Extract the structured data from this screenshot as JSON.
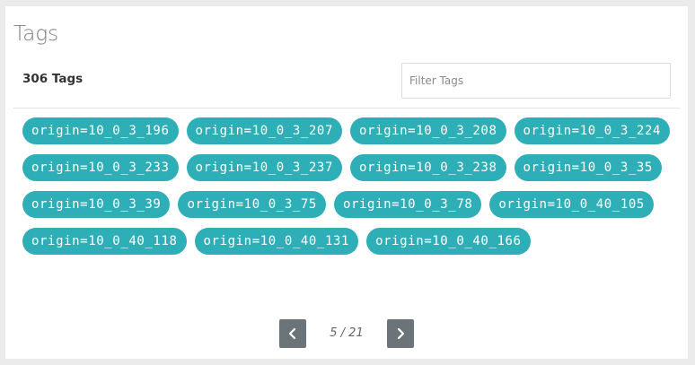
{
  "panel": {
    "title": "Tags",
    "count_label": "306 Tags"
  },
  "filter": {
    "placeholder": "Filter Tags",
    "value": ""
  },
  "tags": [
    "origin=10_0_3_196",
    "origin=10_0_3_207",
    "origin=10_0_3_208",
    "origin=10_0_3_224",
    "origin=10_0_3_233",
    "origin=10_0_3_237",
    "origin=10_0_3_238",
    "origin=10_0_3_35",
    "origin=10_0_3_39",
    "origin=10_0_3_75",
    "origin=10_0_3_78",
    "origin=10_0_40_105",
    "origin=10_0_40_118",
    "origin=10_0_40_131",
    "origin=10_0_40_166"
  ],
  "pagination": {
    "page_label": "5 / 21",
    "prev_icon": "chevron-left-icon",
    "next_icon": "chevron-right-icon"
  },
  "colors": {
    "tag_background": "#2eaeb6",
    "tag_text": "#ffffff",
    "pager_button": "#6b7479",
    "page_background": "#ebebeb"
  }
}
